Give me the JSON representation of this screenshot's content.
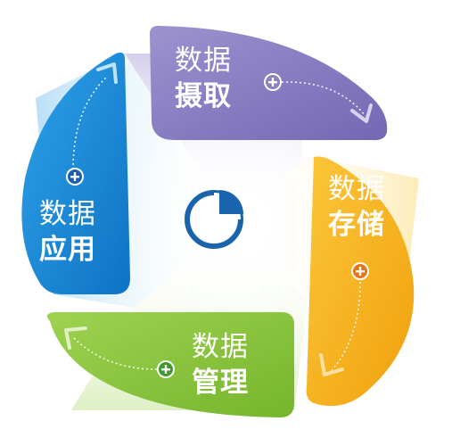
{
  "segments": [
    {
      "id": "acquire",
      "line1": "数据",
      "line2": "摄取",
      "color": "#8a80c4",
      "color_dark": "#6f64ad"
    },
    {
      "id": "storage",
      "line1": "数据",
      "line2": "存储",
      "color": "#f7b31b",
      "color_dark": "#e39a0e"
    },
    {
      "id": "manage",
      "line1": "数据",
      "line2": "管理",
      "color": "#8cc63f",
      "color_dark": "#6faa24"
    },
    {
      "id": "apply",
      "line1": "数据",
      "line2": "应用",
      "color": "#1c8fdc",
      "color_dark": "#0f77c2"
    }
  ],
  "center_icon": "pie-chart-icon",
  "plus_icon": "plus-icon",
  "accent": {
    "center_icon_color": "#1a63ad",
    "plus_acquire": "#8a80c4",
    "plus_storage": "#e8751a",
    "plus_manage": "#3e9a2a",
    "plus_apply": "#1a5fb0"
  }
}
